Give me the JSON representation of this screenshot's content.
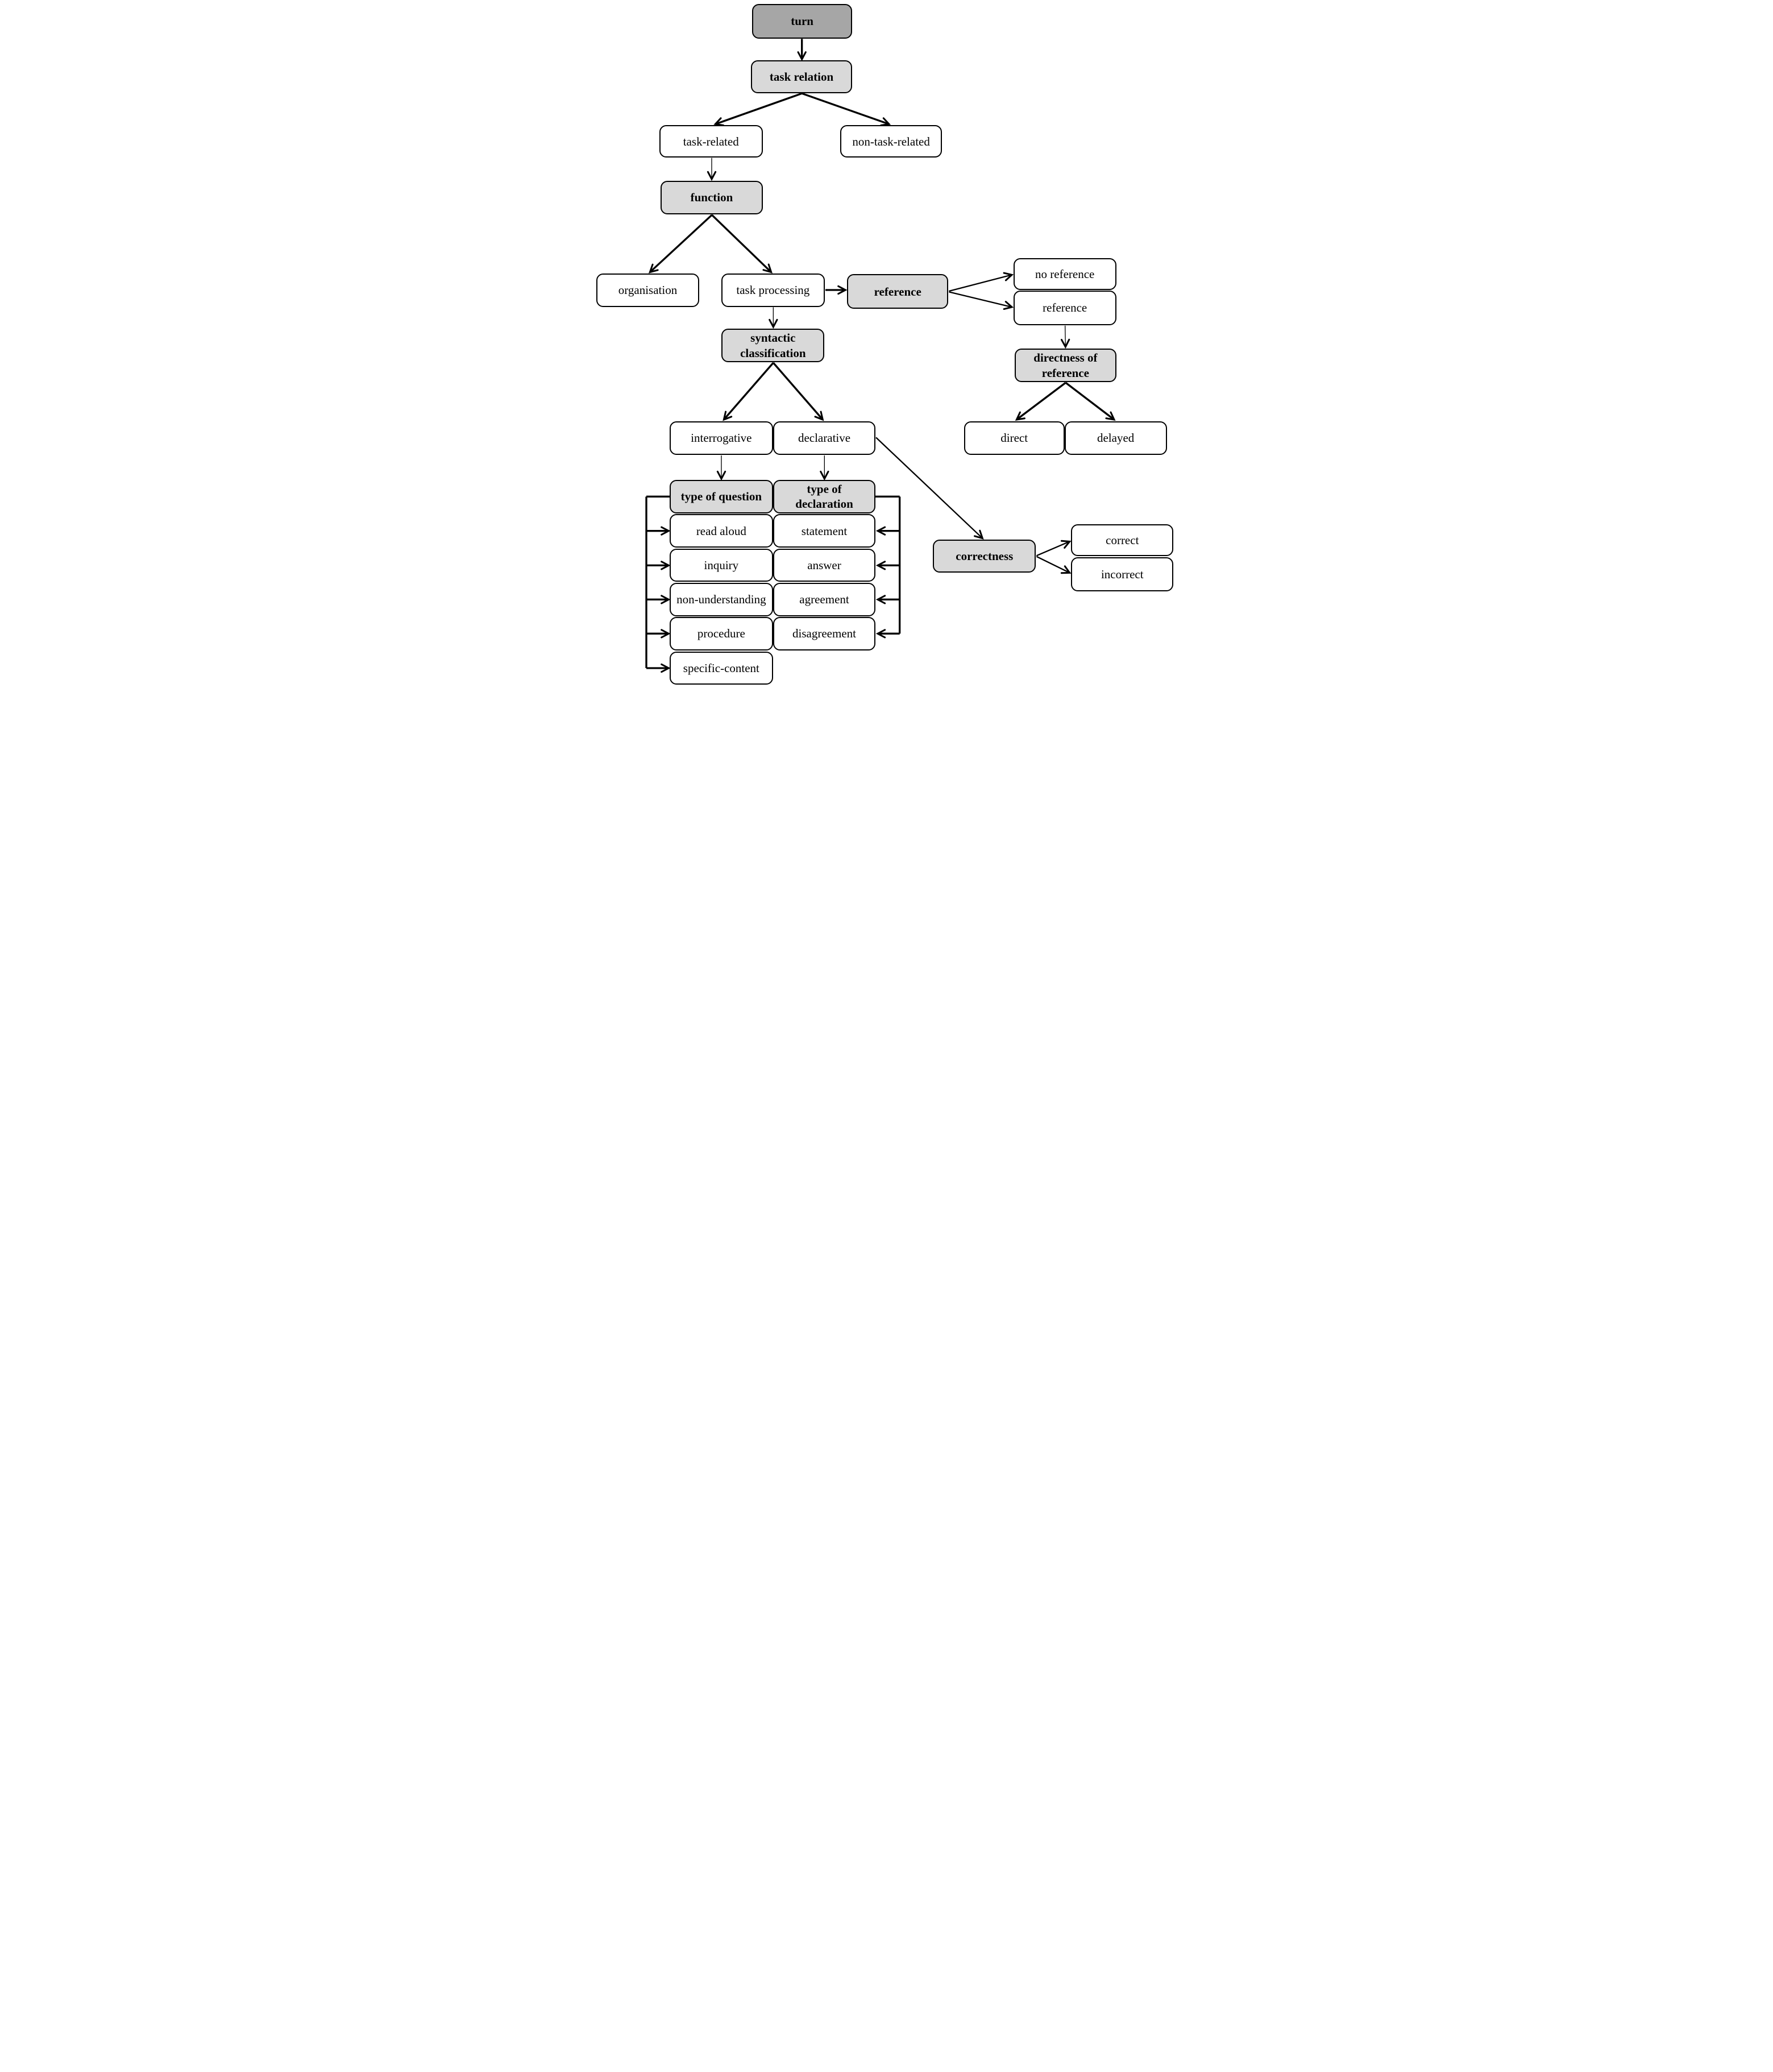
{
  "nodes": {
    "turn": {
      "label": "turn"
    },
    "task-relation": {
      "label": "task relation"
    },
    "task-related": {
      "label": "task-related"
    },
    "non-task-related": {
      "label": "non-task-related"
    },
    "function": {
      "label": "function"
    },
    "organisation": {
      "label": "organisation"
    },
    "task-processing": {
      "label": "task processing"
    },
    "reference-attribute": {
      "label": "reference"
    },
    "no-reference": {
      "label": "no reference"
    },
    "reference-value": {
      "label": "reference"
    },
    "directness-of-reference": {
      "label": "directness of\nreference"
    },
    "direct": {
      "label": "direct"
    },
    "delayed": {
      "label": "delayed"
    },
    "syntactic-classification": {
      "label": "syntactic\nclassification"
    },
    "interrogative": {
      "label": "interrogative"
    },
    "declarative": {
      "label": "declarative"
    },
    "type-of-question": {
      "label": "type of question"
    },
    "type-of-declaration": {
      "label": "type of declaration"
    },
    "read-aloud": {
      "label": "read aloud"
    },
    "statement": {
      "label": "statement"
    },
    "inquiry": {
      "label": "inquiry"
    },
    "answer": {
      "label": "answer"
    },
    "non-understanding": {
      "label": "non-understanding"
    },
    "agreement": {
      "label": "agreement"
    },
    "procedure": {
      "label": "procedure"
    },
    "disagreement": {
      "label": "disagreement"
    },
    "specific-content": {
      "label": "specific-content"
    },
    "correctness": {
      "label": "correctness"
    },
    "correct": {
      "label": "correct"
    },
    "incorrect": {
      "label": "incorrect"
    }
  },
  "edges": [
    {
      "from": "turn",
      "to": "task-relation"
    },
    {
      "from": "task-relation",
      "to": "task-related"
    },
    {
      "from": "task-relation",
      "to": "non-task-related"
    },
    {
      "from": "task-related",
      "to": "function"
    },
    {
      "from": "function",
      "to": "organisation"
    },
    {
      "from": "function",
      "to": "task-processing"
    },
    {
      "from": "task-processing",
      "to": "reference-attribute"
    },
    {
      "from": "reference-attribute",
      "to": "no-reference"
    },
    {
      "from": "reference-attribute",
      "to": "reference-value"
    },
    {
      "from": "reference-value",
      "to": "directness-of-reference"
    },
    {
      "from": "directness-of-reference",
      "to": "direct"
    },
    {
      "from": "directness-of-reference",
      "to": "delayed"
    },
    {
      "from": "task-processing",
      "to": "syntactic-classification"
    },
    {
      "from": "syntactic-classification",
      "to": "interrogative"
    },
    {
      "from": "syntactic-classification",
      "to": "declarative"
    },
    {
      "from": "interrogative",
      "to": "type-of-question"
    },
    {
      "from": "declarative",
      "to": "type-of-declaration"
    },
    {
      "from": "declarative",
      "to": "correctness"
    },
    {
      "from": "correctness",
      "to": "correct"
    },
    {
      "from": "correctness",
      "to": "incorrect"
    },
    {
      "from": "type-of-question",
      "to": "read-aloud"
    },
    {
      "from": "type-of-question",
      "to": "inquiry"
    },
    {
      "from": "type-of-question",
      "to": "non-understanding"
    },
    {
      "from": "type-of-question",
      "to": "procedure"
    },
    {
      "from": "type-of-question",
      "to": "specific-content"
    },
    {
      "from": "type-of-declaration",
      "to": "statement"
    },
    {
      "from": "type-of-declaration",
      "to": "answer"
    },
    {
      "from": "type-of-declaration",
      "to": "agreement"
    },
    {
      "from": "type-of-declaration",
      "to": "disagreement"
    }
  ],
  "colors": {
    "root_fill": "#a6a6a6",
    "category_fill": "#d9d9d9",
    "leaf_fill": "#ffffff",
    "line": "#000000"
  }
}
